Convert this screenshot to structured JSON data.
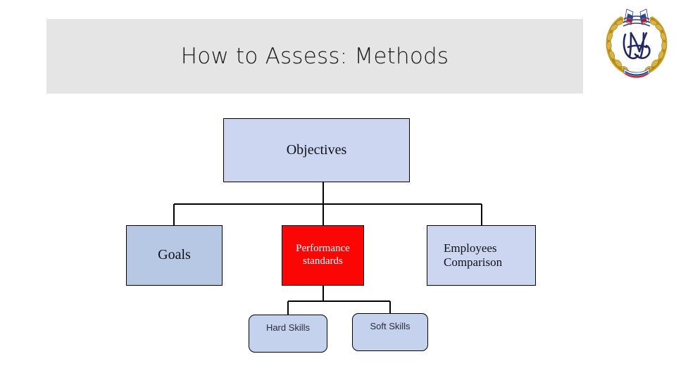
{
  "slide": {
    "title": "How to Assess: Methods",
    "background_color": "#ffffff",
    "banner_color": "#e5e5e5"
  },
  "logo": {
    "name": "university-emblem",
    "description": "Wreath emblem with Russian tricolor ribbons and ornate monogram"
  },
  "diagram": {
    "type": "org-tree",
    "nodes": [
      {
        "id": "objectives",
        "label": "Objectives",
        "fill": "#ccd6f0",
        "text_color": "#101018",
        "shape": "rectangle",
        "level": 0
      },
      {
        "id": "goals",
        "label": "Goals",
        "fill": "#b7c8e4",
        "text_color": "#101018",
        "shape": "rectangle",
        "level": 1
      },
      {
        "id": "performance-standards",
        "label": "Performance standards",
        "line1": "Performance",
        "line2": "standards",
        "fill": "#fb0505",
        "text_color": "#ffffff",
        "shape": "rectangle",
        "level": 1
      },
      {
        "id": "employees-comparison",
        "label": "Employees Comparison",
        "line1": "Employees",
        "line2": "Comparison",
        "fill": "#ccd6f0",
        "text_color": "#101018",
        "shape": "rectangle",
        "level": 1
      },
      {
        "id": "hard-skills",
        "label": "Hard Skills",
        "fill": "#c5d2ee",
        "text_color": "#2b2b38",
        "shape": "rounded-rectangle",
        "level": 2
      },
      {
        "id": "soft-skills",
        "label": "Soft Skills",
        "fill": "#c5d2ee",
        "text_color": "#2b2b38",
        "shape": "rounded-rectangle",
        "level": 2
      }
    ],
    "edges": [
      {
        "from": "objectives",
        "to": "goals"
      },
      {
        "from": "objectives",
        "to": "performance-standards"
      },
      {
        "from": "objectives",
        "to": "employees-comparison"
      },
      {
        "from": "performance-standards",
        "to": "hard-skills"
      },
      {
        "from": "performance-standards",
        "to": "soft-skills"
      }
    ],
    "line_color": "#000000"
  }
}
